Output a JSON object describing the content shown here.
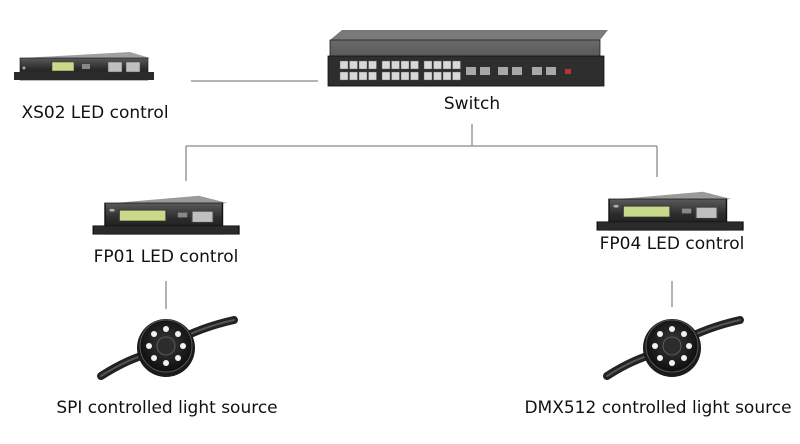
{
  "nodes": {
    "switch": {
      "label": "Switch"
    },
    "xs02": {
      "label": "XS02 LED control"
    },
    "fp01": {
      "label": "FP01 LED control"
    },
    "fp04": {
      "label": "FP04 LED control"
    },
    "spi_light": {
      "label": "SPI controlled light source"
    },
    "dmx_light": {
      "label": "DMX512 controlled light source"
    }
  },
  "edges": [
    {
      "from": "xs02",
      "to": "switch"
    },
    {
      "from": "switch",
      "to": "fp01"
    },
    {
      "from": "switch",
      "to": "fp04"
    },
    {
      "from": "fp01",
      "to": "spi_light"
    },
    {
      "from": "fp04",
      "to": "dmx_light"
    }
  ]
}
